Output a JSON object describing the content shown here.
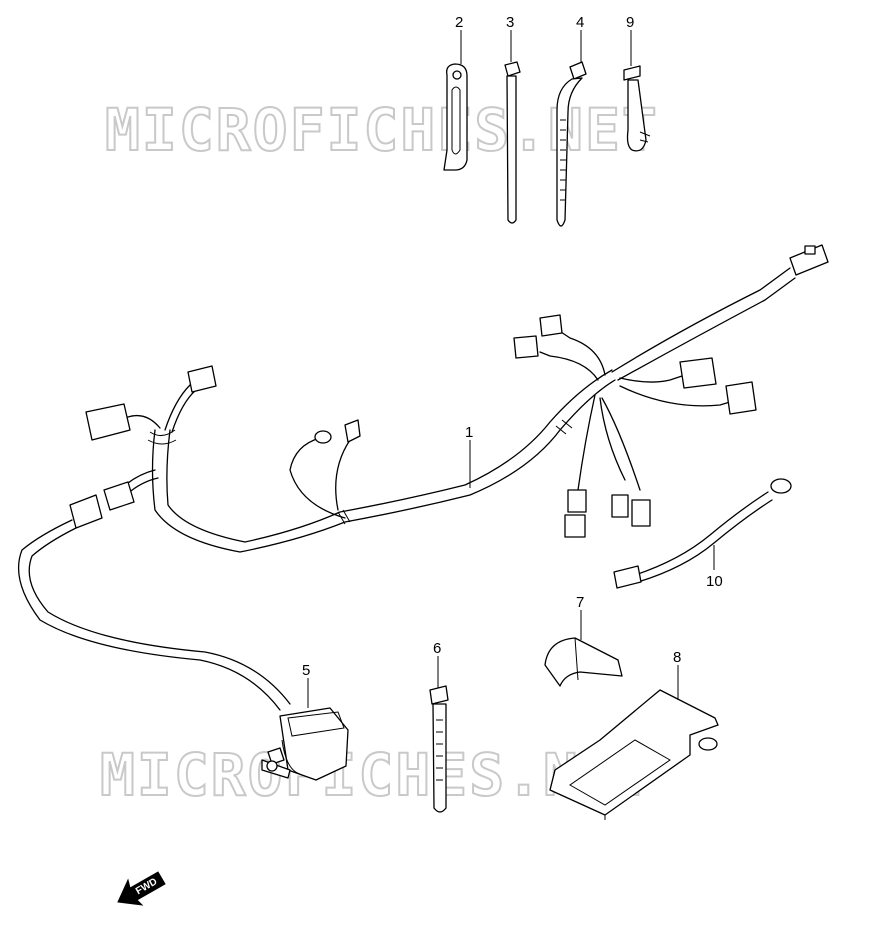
{
  "watermark": {
    "text": "MICROFICHES.NET"
  },
  "callouts": [
    "1",
    "2",
    "3",
    "4",
    "5",
    "6",
    "7",
    "8",
    "9",
    "10"
  ],
  "fwd_arrow": {
    "label": "FWD"
  },
  "icons": [
    "fwd-arrow-icon"
  ]
}
